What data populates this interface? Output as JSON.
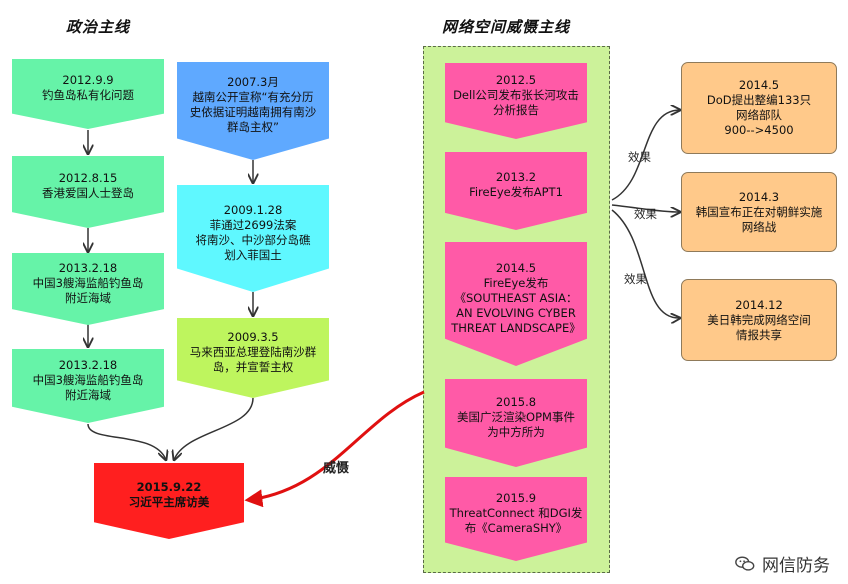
{
  "headings": {
    "political": "政治主线",
    "cyber": "网络空间威慑主线"
  },
  "political_left": [
    {
      "lines": [
        "2012.9.9",
        "钓鱼岛私有化问题"
      ]
    },
    {
      "lines": [
        "2012.8.15",
        "香港爱国人士登岛"
      ]
    },
    {
      "lines": [
        "2013.2.18",
        "中国3艘海监船钓鱼岛",
        "附近海域"
      ]
    },
    {
      "lines": [
        "2013.2.18",
        "中国3艘海监船钓鱼岛",
        "附近海域"
      ]
    }
  ],
  "political_right": [
    {
      "lines": [
        "2007.3月",
        "越南公开宣称“有充分历",
        "史依据证明越南拥有南沙",
        "群岛主权”"
      ]
    },
    {
      "lines": [
        "2009.1.28",
        "菲通过2699法案",
        "将南沙、中沙部分岛礁",
        "划入菲国土"
      ]
    },
    {
      "lines": [
        "2009.3.5",
        "马来西亚总理登陆南沙群",
        "岛，并宣誓主权"
      ]
    }
  ],
  "target": {
    "lines": [
      "2015.9.22",
      "习近平主席访美"
    ]
  },
  "cyber_events": [
    {
      "lines": [
        "2012.5",
        "Dell公司发布张长河攻击",
        "分析报告"
      ]
    },
    {
      "lines": [
        "2013.2",
        "FireEye发布APT1"
      ]
    },
    {
      "lines": [
        "2014.5",
        "FireEye发布",
        "《SOUTHEAST ASIA：",
        "AN EVOLVING CYBER",
        "THREAT LANDSCAPE》"
      ]
    },
    {
      "lines": [
        "2015.8",
        "美国广泛渲染OPM事件",
        "为中方所为"
      ]
    },
    {
      "lines": [
        "2015.9",
        "ThreatConnect 和DGI发",
        "布《CameraSHY》"
      ]
    }
  ],
  "effects": [
    {
      "lines": [
        "2014.5",
        "DoD提出整编133只",
        "网络部队",
        "900-->4500"
      ]
    },
    {
      "lines": [
        "2014.3",
        "韩国宣布正在对朝鲜实施",
        "网络战"
      ]
    },
    {
      "lines": [
        "2014.12",
        "美日韩完成网络空间",
        "情报共享"
      ]
    }
  ],
  "edge_labels": {
    "effect": "效果",
    "deterrence": "威慑"
  },
  "watermark": "网信防务",
  "colors": {
    "green": "#66f3a8",
    "blue": "#5fa9ff",
    "cyan": "#5ff8ff",
    "lime": "#bef55e",
    "pink": "#ff5aa7",
    "orange": "#ffc98a",
    "red": "#ff1f1f",
    "panel": "#ccf29a",
    "deterrence_arrow": "#e01010"
  }
}
